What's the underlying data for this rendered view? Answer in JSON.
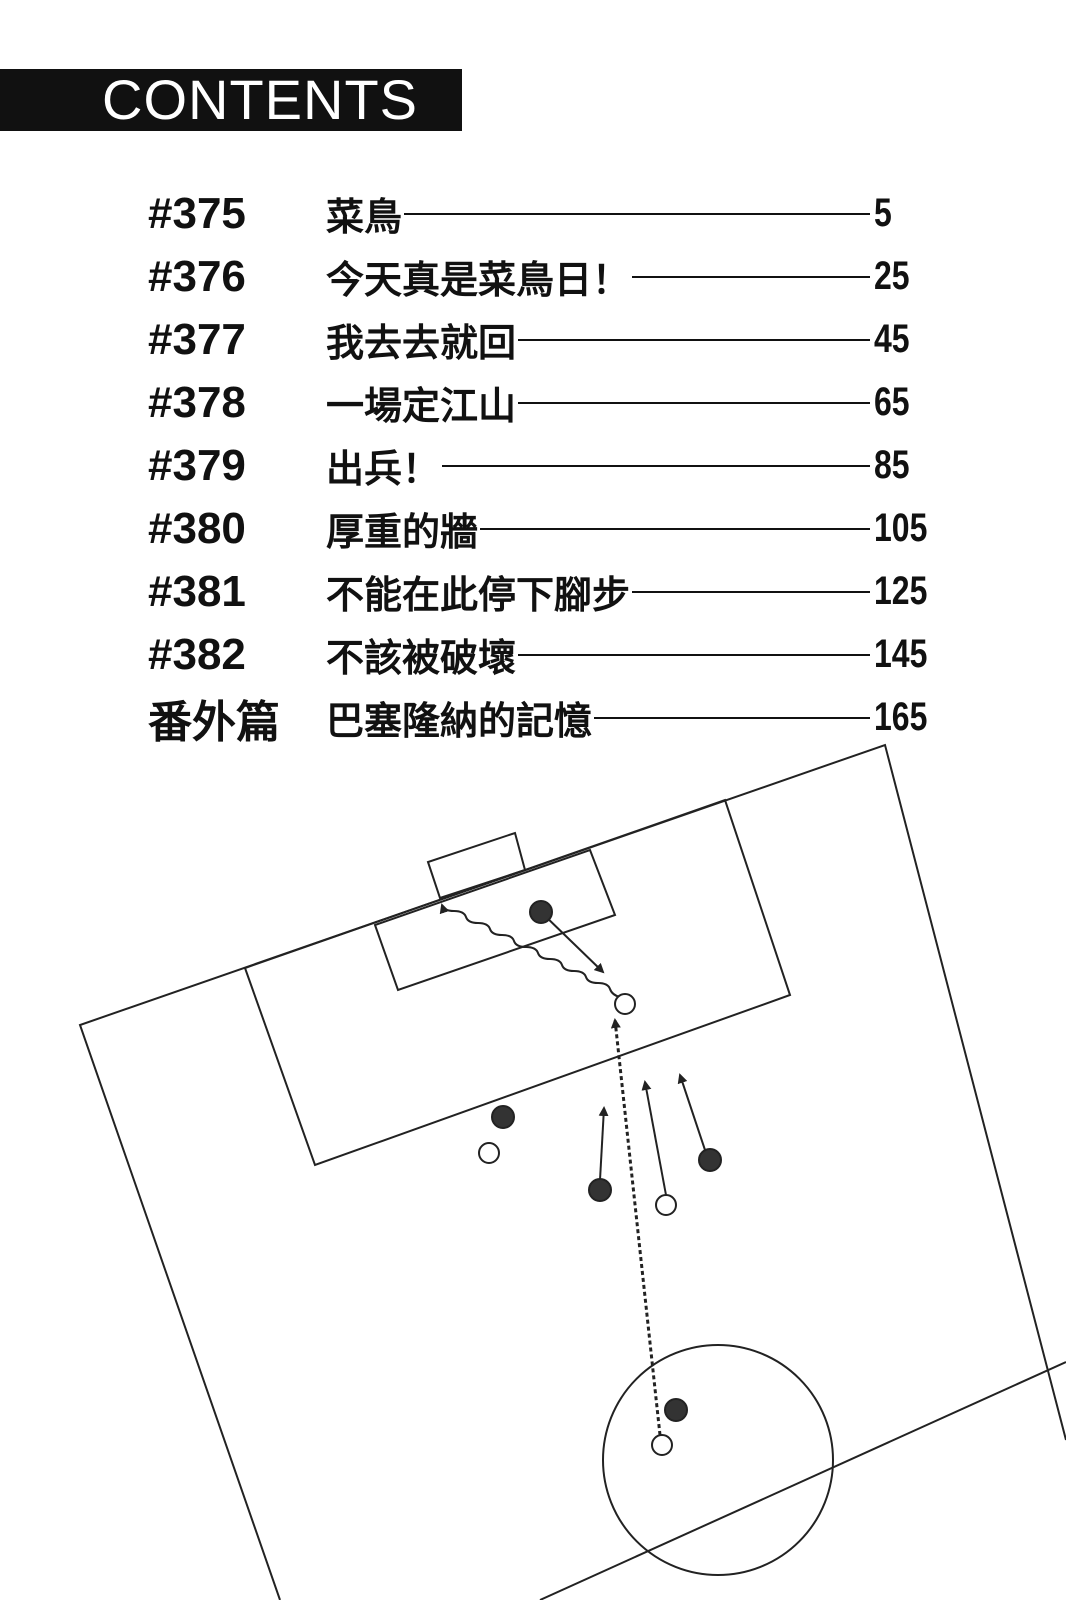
{
  "header": {
    "title": "CONTENTS"
  },
  "toc": [
    {
      "number": "#375",
      "title": "菜鳥",
      "page": "5"
    },
    {
      "number": "#376",
      "title": "今天真是菜鳥日！",
      "page": "25"
    },
    {
      "number": "#377",
      "title": "我去去就回",
      "page": "45"
    },
    {
      "number": "#378",
      "title": "一場定江山",
      "page": "65"
    },
    {
      "number": "#379",
      "title": "出兵！",
      "page": "85"
    },
    {
      "number": "#380",
      "title": "厚重的牆",
      "page": "105"
    },
    {
      "number": "#381",
      "title": "不能在此停下腳步",
      "page": "125"
    },
    {
      "number": "#382",
      "title": "不該被破壞",
      "page": "145"
    },
    {
      "number": "番外篇",
      "title": "巴塞隆納的記憶",
      "page": "165"
    }
  ]
}
